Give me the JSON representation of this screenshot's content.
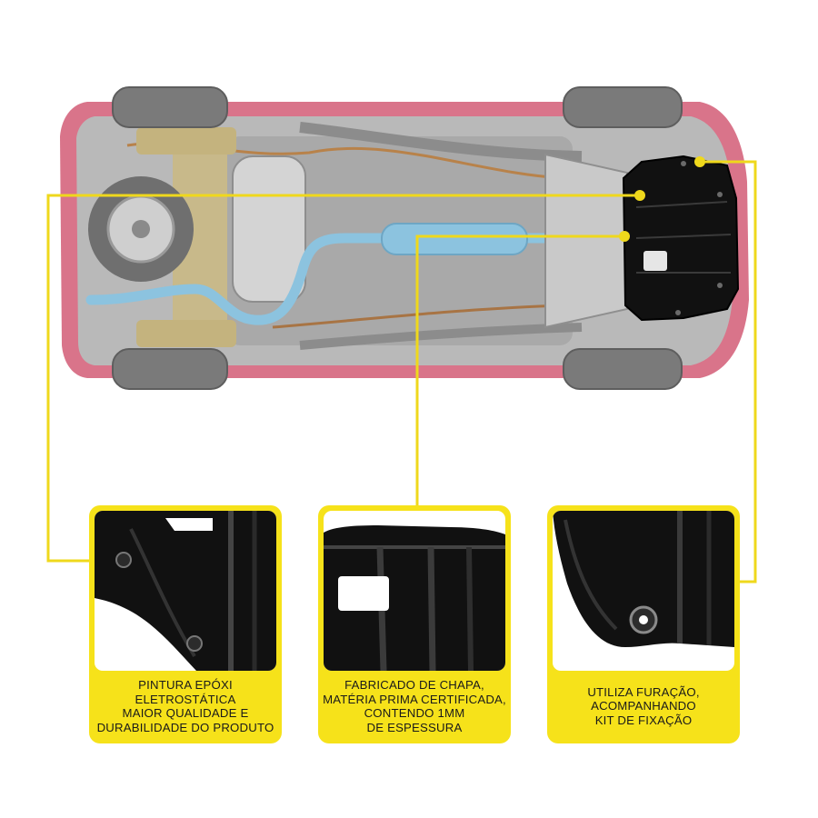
{
  "colors": {
    "accent": "#f6e21a",
    "callout_line": "#efd81c",
    "car_body": "#d9748a",
    "plate": "#111111",
    "exhaust": "#8cc3df"
  },
  "cards": [
    {
      "caption_lines": [
        "PINTURA EPÓXI",
        "ELETROSTÁTICA",
        "MAIOR QUALIDADE E",
        "DURABILIDADE DO PRODUTO"
      ]
    },
    {
      "caption_lines": [
        "FABRICADO DE CHAPA,",
        "MATÉRIA PRIMA CERTIFICADA,",
        "CONTENDO 1MM",
        "DE ESPESSURA"
      ]
    },
    {
      "caption_lines": [
        "UTILIZA FURAÇÃO,",
        "ACOMPANHANDO",
        "KIT DE FIXAÇÃO"
      ]
    }
  ]
}
